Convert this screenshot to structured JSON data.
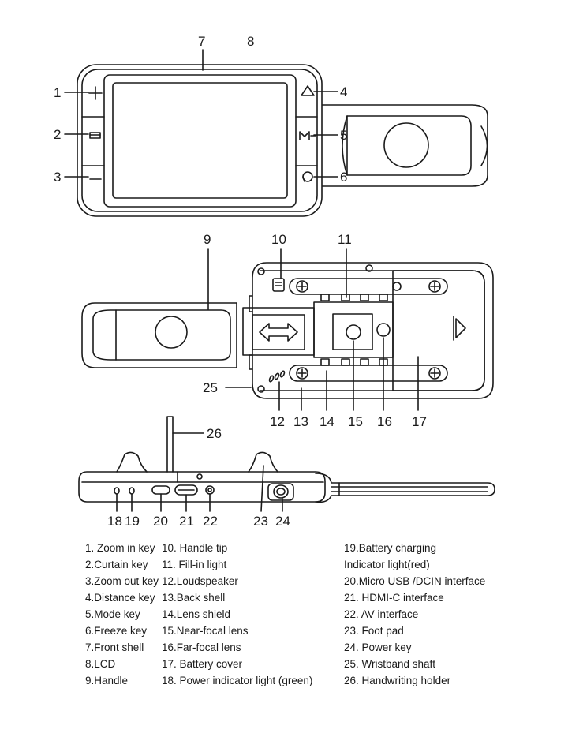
{
  "colors": {
    "stroke": "#1a1a1a",
    "fill": "#ffffff",
    "text": "#1a1a1a"
  },
  "callouts": {
    "n1": "1",
    "n2": "2",
    "n3": "3",
    "n4": "4",
    "n5": "5",
    "n6": "6",
    "n7": "7",
    "n8": "8",
    "n9": "9",
    "n10": "10",
    "n11": "11",
    "n12": "12",
    "n13": "13",
    "n14": "14",
    "n15": "15",
    "n16": "16",
    "n17": "17",
    "n18": "18",
    "n19": "19",
    "n20": "20",
    "n21": "21",
    "n22": "22",
    "n23": "23",
    "n24": "24",
    "n25": "25",
    "n26": "26"
  },
  "button_glyphs": {
    "zoom_in": "+",
    "mode": "M"
  },
  "legend": {
    "col1": [
      "1. Zoom in key",
      "2.Curtain key",
      "3.Zoom out key",
      "4.Distance key",
      "5.Mode key",
      "6.Freeze key",
      "7.Front shell",
      "8.LCD",
      "9.Handle"
    ],
    "col2": [
      "10. Handle tip",
      "11. Fill-in light",
      "12.Loudspeaker",
      "13.Back shell",
      "14.Lens shield",
      "15.Near-focal lens",
      "16.Far-focal lens",
      "17. Battery cover",
      "18. Power indicator light (green)"
    ],
    "col3": [
      "19.Battery charging",
      "Indicator light(red)",
      "20.Micro USB /DCIN interface",
      "21. HDMI-C interface",
      "22. AV interface",
      "23. Foot pad",
      "24. Power key",
      "25. Wristband shaft",
      "26. Handwriting holder"
    ]
  }
}
